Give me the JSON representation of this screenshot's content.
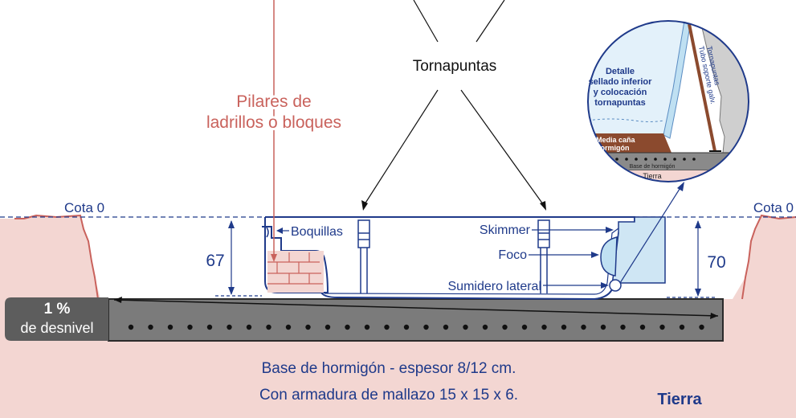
{
  "labels": {
    "tornapuntas": "Tornapuntas",
    "pilares_line1": "Pilares de",
    "pilares_line2": "ladrillos o bloques",
    "cota_left": "Cota 0",
    "cota_right": "Cota 0",
    "boquillas": "Boquillas",
    "skimmer": "Skimmer",
    "foco": "Foco",
    "sumidero": "Sumidero lateral",
    "depth_left": "67",
    "depth_right": "70",
    "slope_pct": "1 %",
    "slope_text": "de desnivel",
    "base_line1": "Base de hormigón - espesor 8/12 cm.",
    "base_line2": "Con armadura de mallazo 15 x 15 x 6.",
    "tierra": "Tierra"
  },
  "detail": {
    "title_line1": "Detalle",
    "title_line2": "sellado inferior",
    "title_line3": "y colocación",
    "title_line4": "tornapuntas",
    "tube_line1": "Tornapuntas",
    "tube_line2": "Tubo soporte galv.",
    "media_line1": "Media caña",
    "media_line2": "hormigón",
    "base_label": "Base de hormigón",
    "tierra_label": "Tierra"
  },
  "colors": {
    "blue": "#1f3a8a",
    "earth": "#f3d6d2",
    "earth_edge": "#c9625c",
    "concrete": "#6e6e6e",
    "water": "#cfe6f4",
    "pilar_text": "#c9625c"
  }
}
